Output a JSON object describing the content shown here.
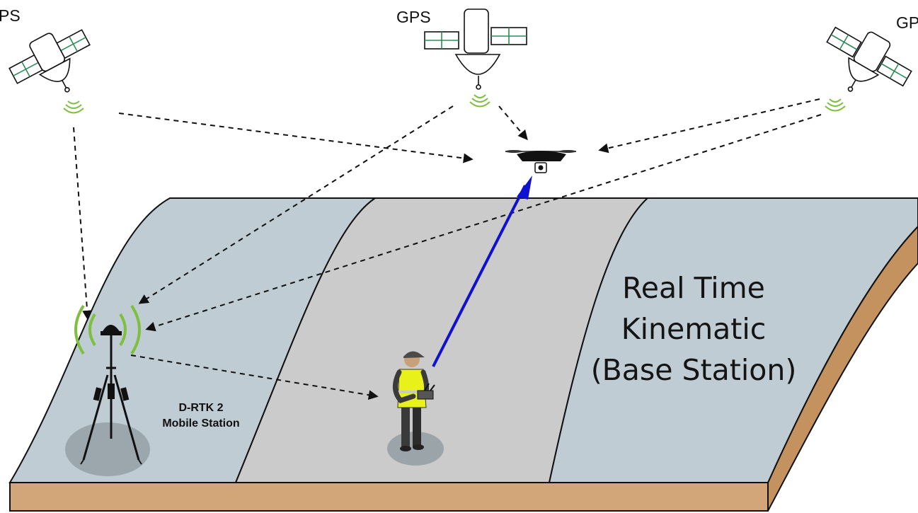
{
  "labels": {
    "gps_left": "PS",
    "gps_center": "GPS",
    "gps_right": "GP",
    "title_lines": [
      "Real Time",
      "Kinematic",
      "(Base Station)"
    ],
    "station_lines": [
      "D-RTK 2",
      "Mobile Station"
    ]
  },
  "colors": {
    "road_side": "#bfccd4",
    "road_center": "#cbcbcb",
    "ground_edge": "#d2a679",
    "signal_green": "#7fbf3f",
    "link_blue": "#1010d0",
    "vest_yellow": "#e8f21a",
    "panel_green": "#2e8b57"
  },
  "icons": [
    "satellite-icon",
    "drone-icon",
    "tripod-base-station-icon",
    "operator-with-controller-icon",
    "signal-wave-icon"
  ]
}
